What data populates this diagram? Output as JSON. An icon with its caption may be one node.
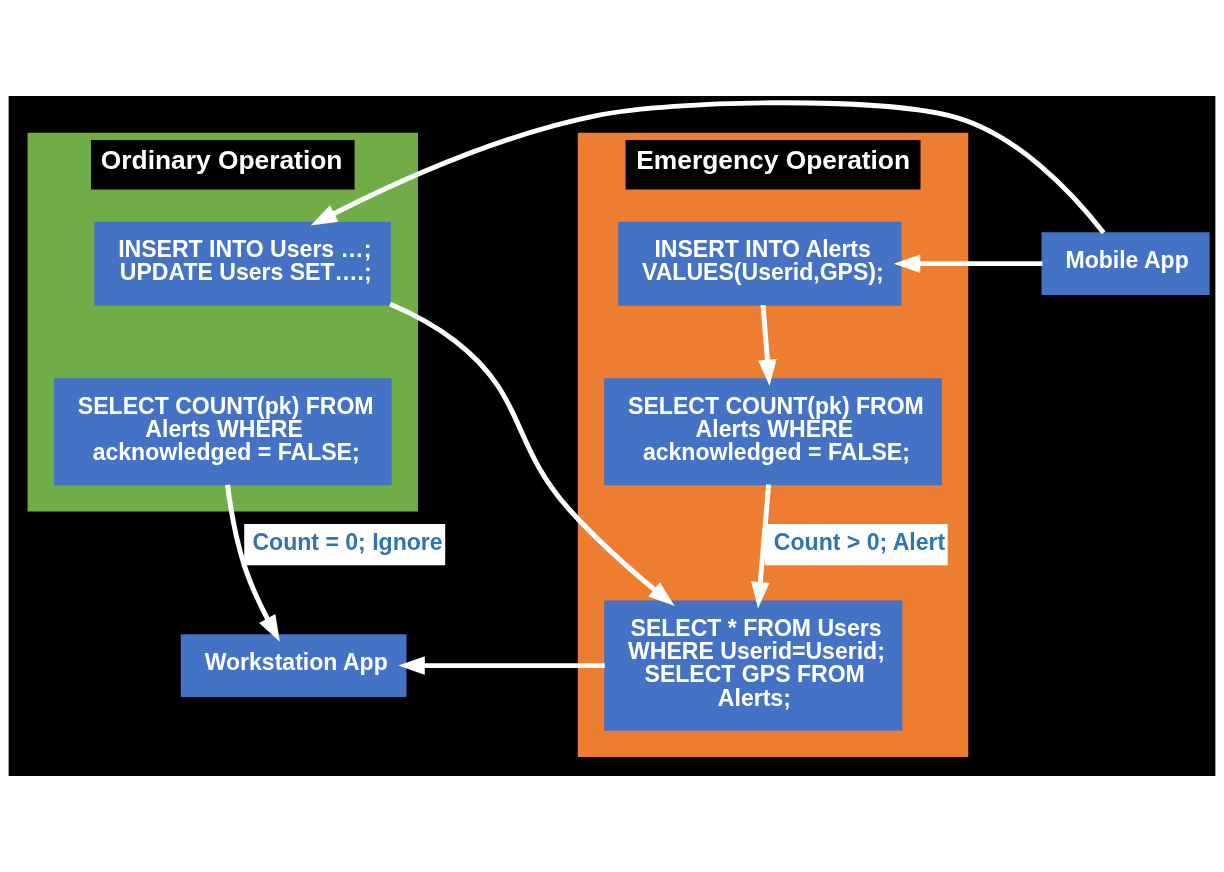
{
  "diagram": {
    "nodes": [
      {
        "text": [
          "Ordinary Operation"
        ]
      },
      {
        "text": [
          "INSERT INTO Users …; UPDATE Users SET….;"
        ],
        "in": 0
      },
      {
        "text": [
          "SELECT COUNT(pk) FROM Alerts WHERE acknowledged = FALSE;"
        ],
        "in": 0
      },
      {
        "text": [
          "Emergency Operation"
        ]
      },
      {
        "text": [
          "INSERT INTO Alerts VALUES(Userid,GPS);"
        ],
        "in": 3
      },
      {
        "text": [
          "SELECT COUNT(pk) FROM Alerts WHERE acknowledged = FALSE;"
        ],
        "in": 3
      },
      {
        "text": [
          "SELECT * FROM Users WHERE Userid=Userid; SELECT GPS FROM Alerts;"
        ],
        "in": 3
      },
      {
        "text": [
          "Mobile App"
        ]
      },
      {
        "text": [
          "Workstation App"
        ]
      }
    ],
    "edges": [
      {
        "from": 7,
        "to": 1,
        "arrow": "to"
      },
      {
        "from": 7,
        "to": 4,
        "arrow": "to"
      },
      {
        "from": 1,
        "to": 6,
        "arrow": "to"
      },
      {
        "from": 4,
        "to": 5,
        "arrow": "to"
      },
      {
        "from": 5,
        "to": 6,
        "arrow": "to",
        "label": "Count > 0; Alert"
      },
      {
        "from": 2,
        "to": 8,
        "arrow": "to",
        "label": "Count = 0; Ignore"
      },
      {
        "from": 6,
        "to": 8,
        "arrow": "to"
      }
    ]
  }
}
